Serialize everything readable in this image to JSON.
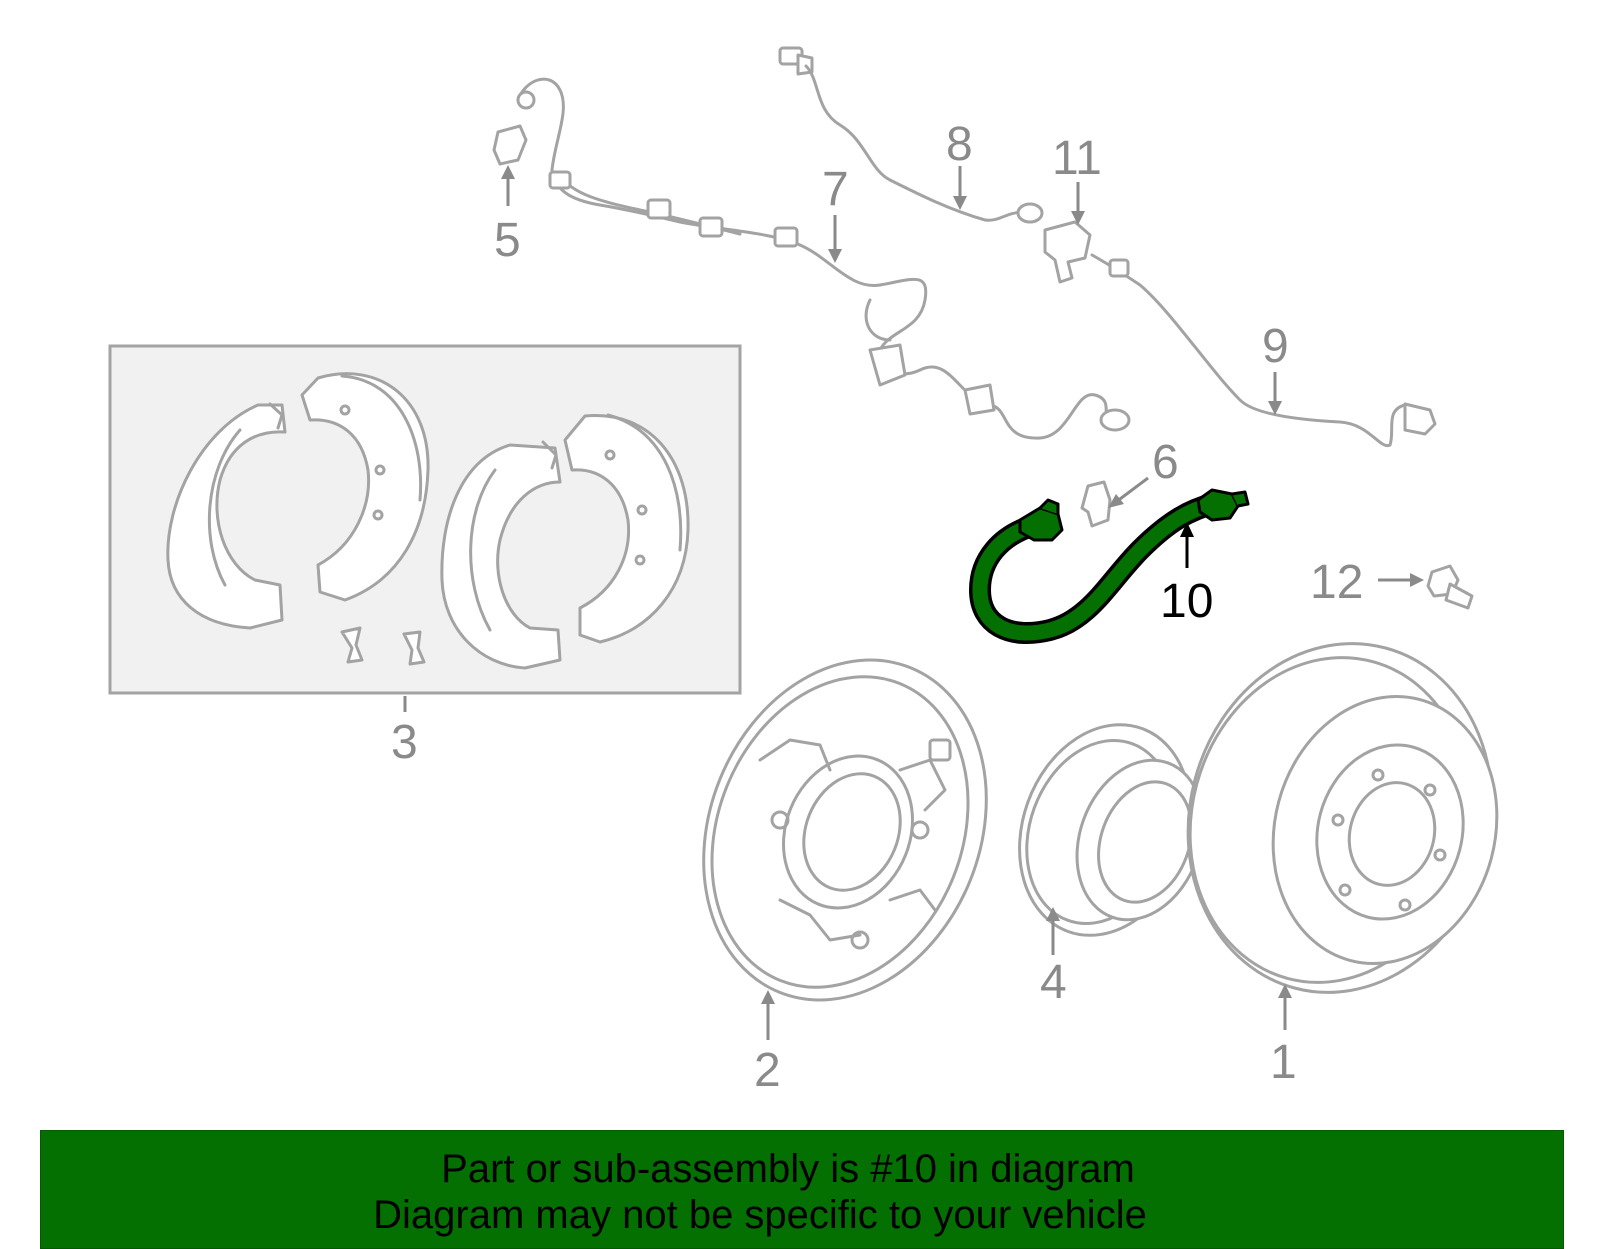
{
  "diagram": {
    "callouts": [
      {
        "id": "1",
        "label": "1"
      },
      {
        "id": "2",
        "label": "2"
      },
      {
        "id": "3",
        "label": "3"
      },
      {
        "id": "4",
        "label": "4"
      },
      {
        "id": "5",
        "label": "5"
      },
      {
        "id": "6",
        "label": "6"
      },
      {
        "id": "7",
        "label": "7"
      },
      {
        "id": "8",
        "label": "8"
      },
      {
        "id": "9",
        "label": "9"
      },
      {
        "id": "10",
        "label": "10",
        "highlighted": true
      },
      {
        "id": "11",
        "label": "11"
      },
      {
        "id": "12",
        "label": "12"
      }
    ],
    "highlight_color": "#047001",
    "part_stroke_color": "#a3a3a3",
    "label_color": "#8a8a8a"
  },
  "banner": {
    "line1": "Part or sub-assembly is #10 in diagram",
    "line2": "Diagram may not be specific to your vehicle",
    "background": "#047001"
  }
}
